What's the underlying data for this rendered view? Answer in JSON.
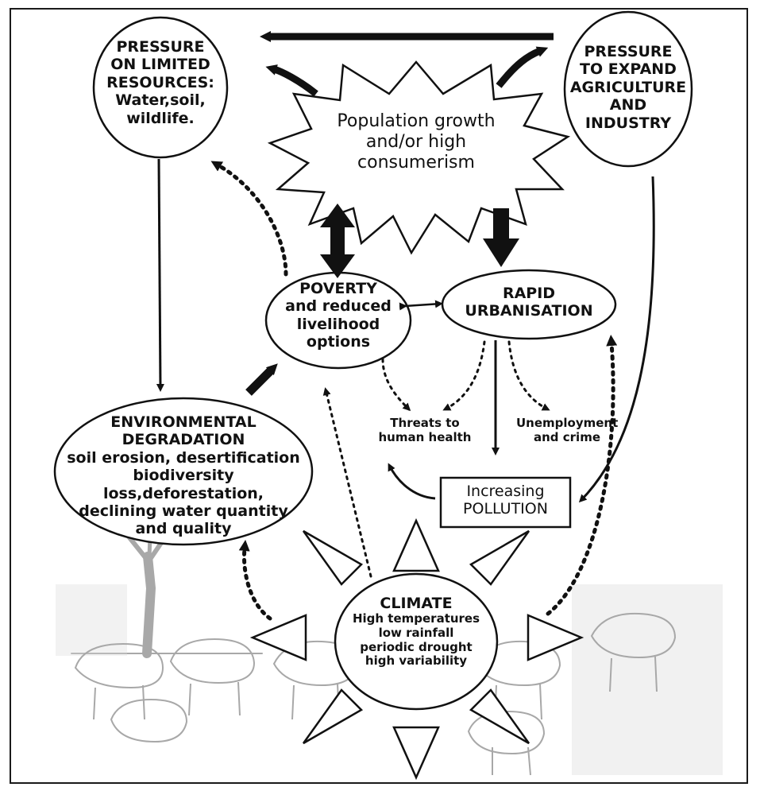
{
  "nodes": {
    "pressure_resources": {
      "lines": [
        "PRESSURE",
        "ON LIMITED",
        "RESOURCES:",
        "Water,soil,",
        "wildlife."
      ]
    },
    "pressure_expand": {
      "lines": [
        "PRESSURE",
        "TO EXPAND",
        "AGRICULTURE",
        "AND",
        "INDUSTRY"
      ]
    },
    "population": {
      "lines": [
        "Population growth",
        "and/or high",
        "consumerism"
      ]
    },
    "poverty": {
      "lines": [
        "POVERTY",
        "and reduced",
        "livelihood",
        "options"
      ]
    },
    "urbanisation": {
      "lines": [
        "RAPID",
        "URBANISATION"
      ]
    },
    "environment": {
      "lines": [
        "ENVIRONMENTAL",
        "DEGRADATION",
        "soil erosion, desertification",
        "biodiversity loss,deforestation,",
        "declining water quantity",
        "and quality"
      ]
    },
    "health": {
      "lines": [
        "Threats to",
        "human health"
      ]
    },
    "unemployment": {
      "lines": [
        "Unemployment",
        "and crime"
      ]
    },
    "pollution": {
      "lines": [
        "Increasing",
        "POLLUTION"
      ]
    },
    "climate": {
      "lines": [
        "CLIMATE",
        "High temperatures",
        "low rainfall",
        "periodic drought",
        "high variability"
      ]
    }
  },
  "colors": {
    "ink": "#111111",
    "sketch": "#b0b0b0",
    "background": "#ffffff"
  },
  "illustrations": [
    "dead-tree-sketch",
    "grazing-sheep-sketch"
  ]
}
